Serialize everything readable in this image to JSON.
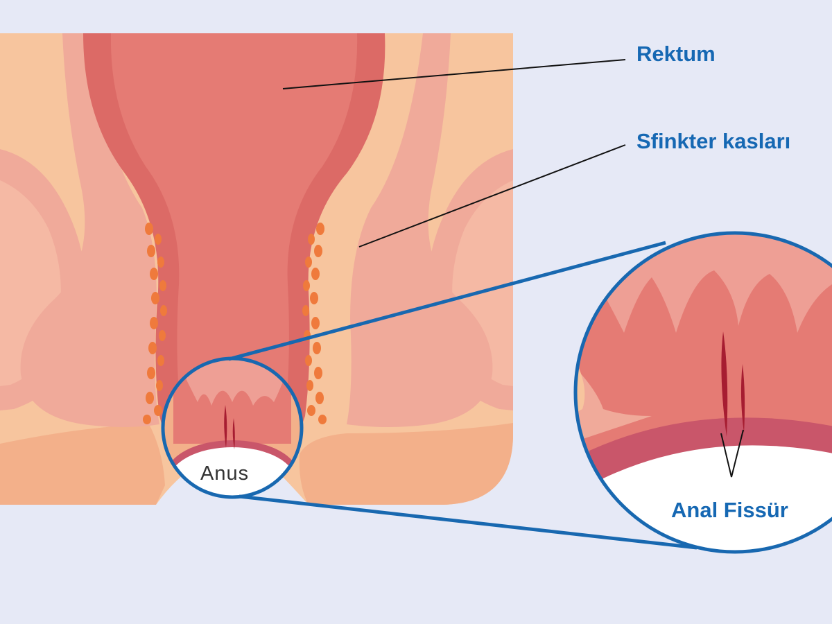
{
  "labels": {
    "rektum": "Rektum",
    "sfinkter": "Sfinkter kasları",
    "anus": "Anus",
    "anal_fissur": "Anal Fissür"
  },
  "colors": {
    "background": "#e6e9f6",
    "skin": "#f7c59e",
    "skin_dark": "#f3b08a",
    "muscle": "#f0aa9a",
    "muscle_light": "#f5b9a4",
    "rectum": "#e57b74",
    "rectum_wall": "#dc6a66",
    "fat": "#ef7a3c",
    "fissure": "#a61d31",
    "outline": "#1868b0",
    "label": "#1668b3"
  }
}
